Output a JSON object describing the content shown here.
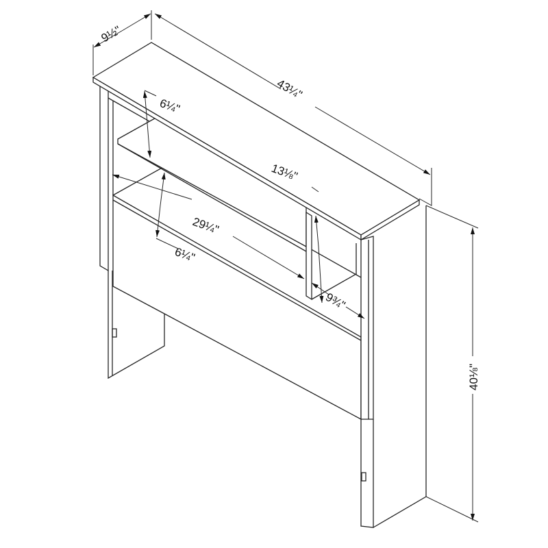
{
  "title": "Bookcase headboard dimension drawing",
  "dimensions": {
    "depth": "9½\"",
    "width": "43¼\"",
    "height": "40⅛\"",
    "upper_shelf_gap": "6¼\"",
    "shelf_width": "29¼\"",
    "lower_shelf_gap": "6¼\"",
    "side_compartment_height": "13⅛\"",
    "side_compartment_width": "9¾\""
  },
  "colors": {
    "line": "#222222",
    "background": "#ffffff"
  }
}
